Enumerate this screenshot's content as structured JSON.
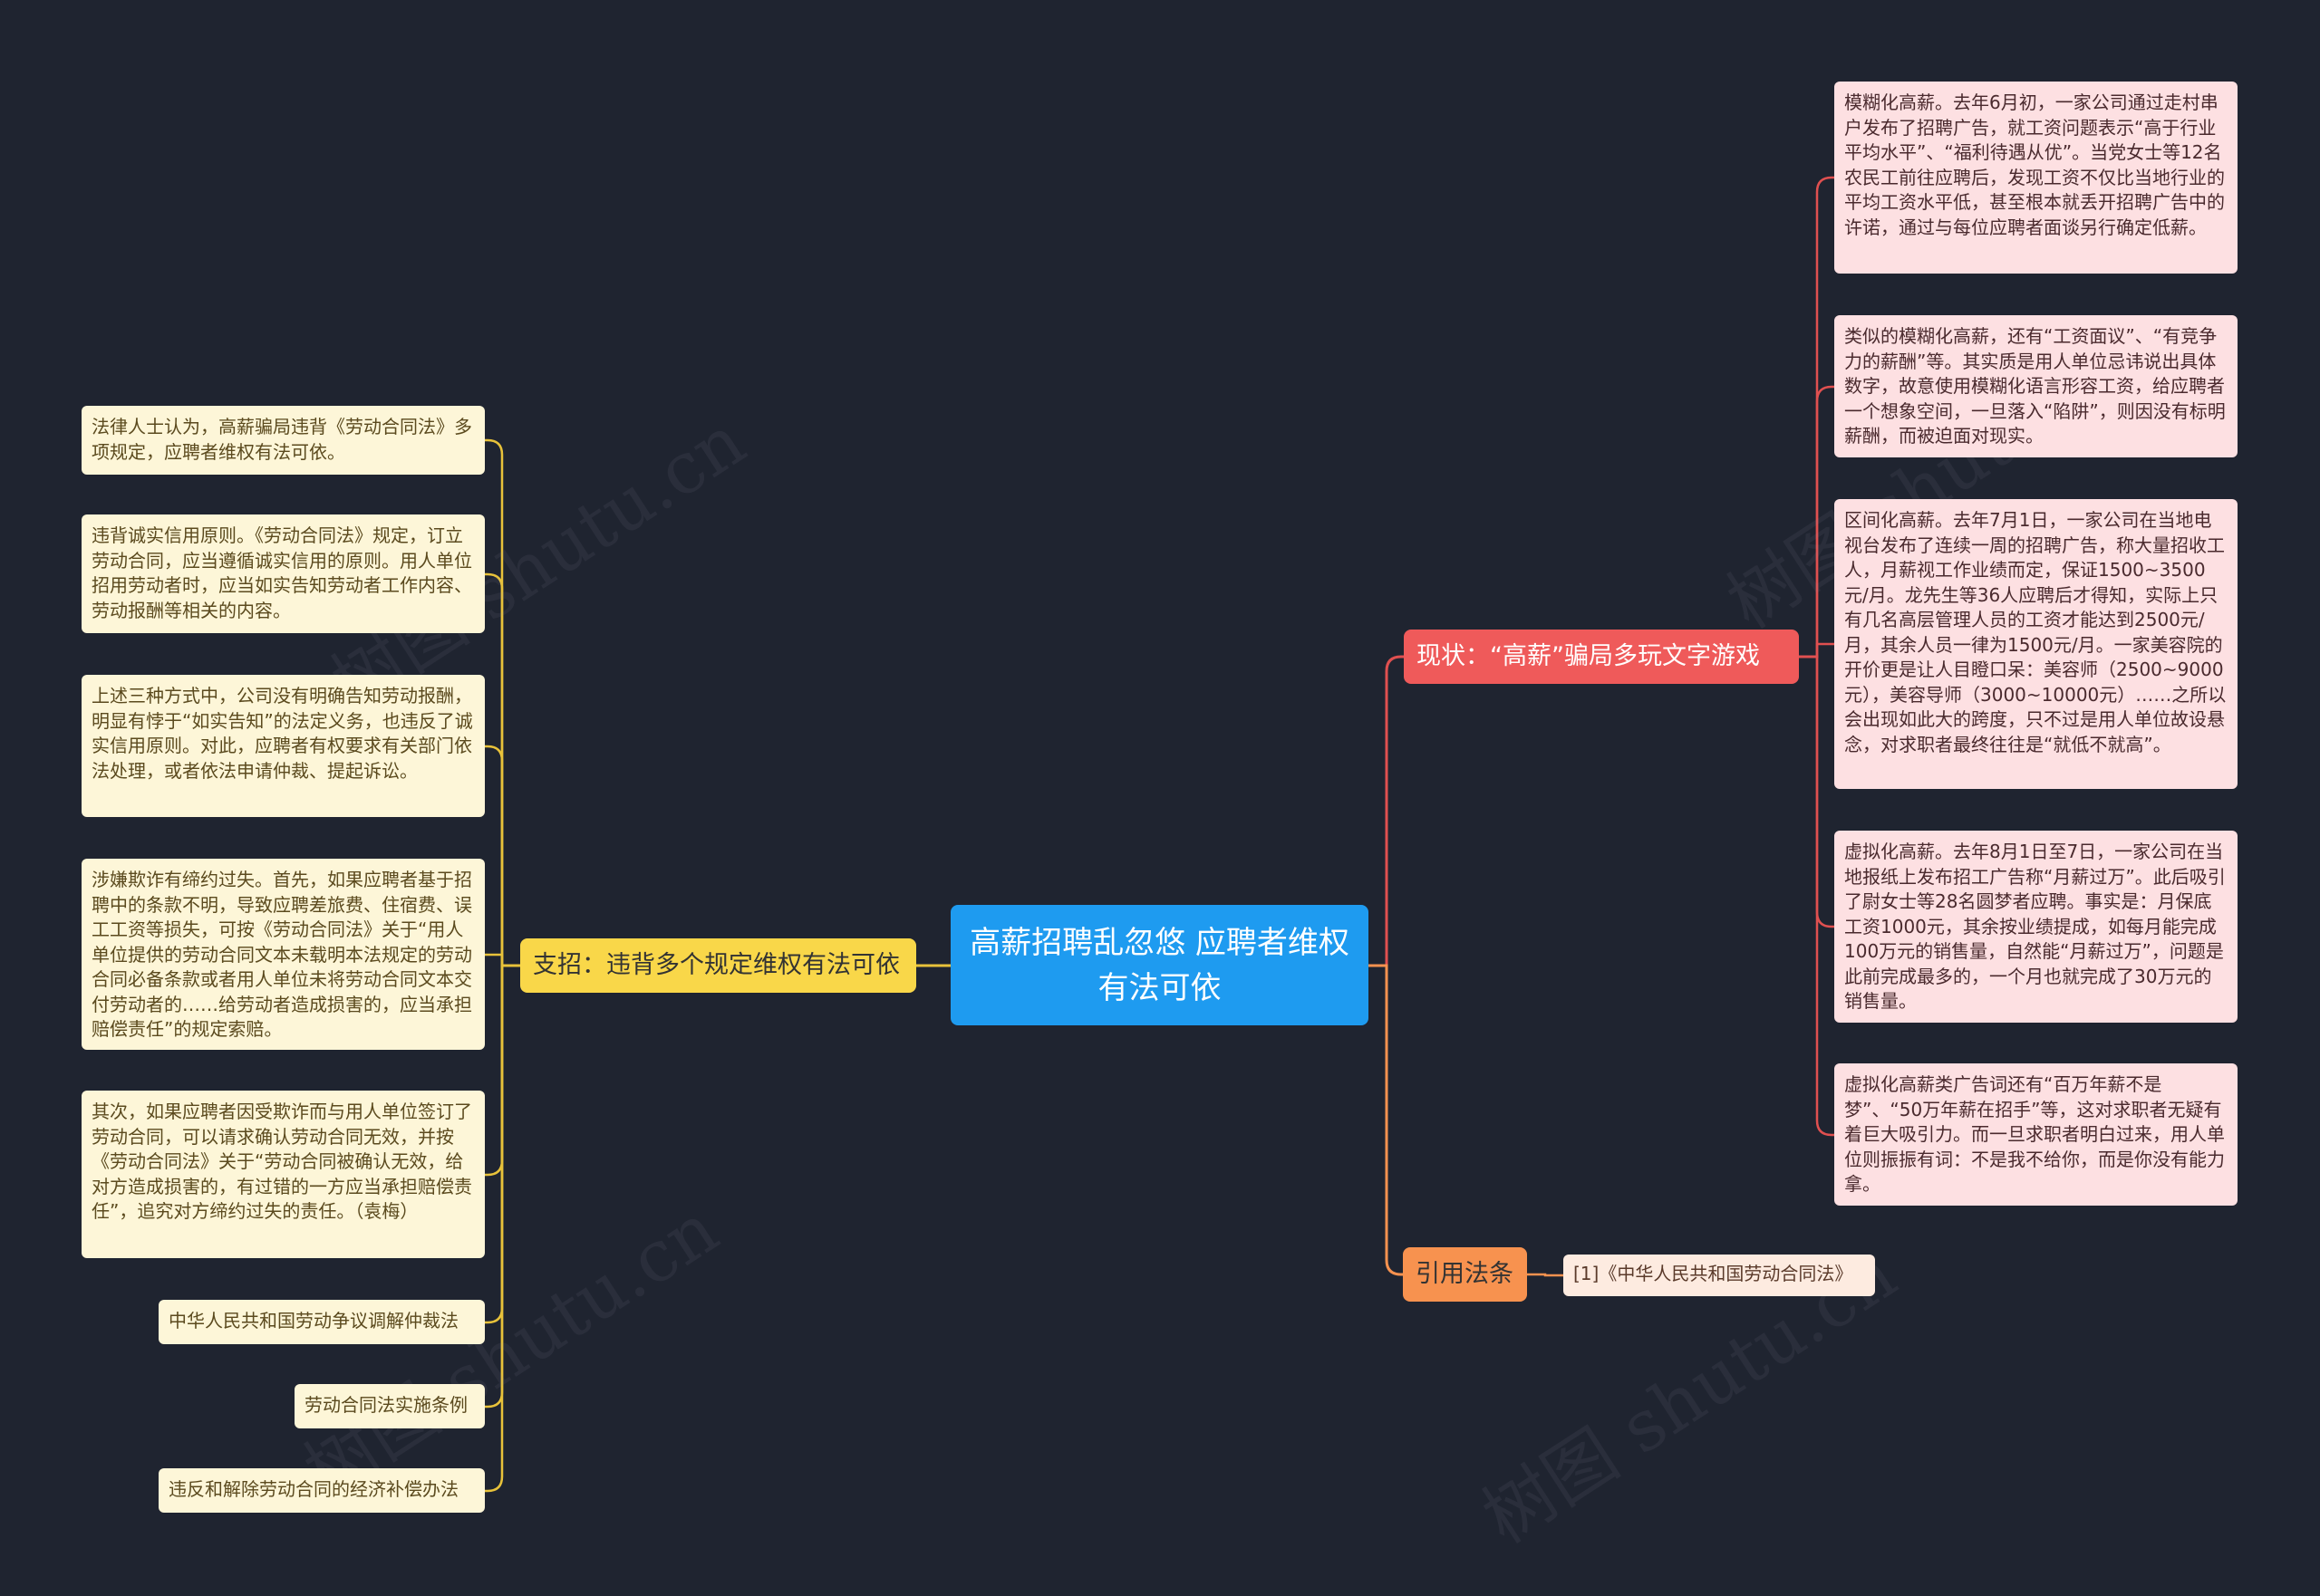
{
  "root": "高薪招聘乱忽悠 应聘者维权有法可依",
  "left_branch": {
    "label": "支招：违背多个规定维权有法可依",
    "items": [
      "法律人士认为，高薪骗局违背《劳动合同法》多项规定，应聘者维权有法可依。",
      "违背诚实信用原则。《劳动合同法》规定，订立劳动合同，应当遵循诚实信用的原则。用人单位招用劳动者时，应当如实告知劳动者工作内容、劳动报酬等相关的内容。",
      "上述三种方式中，公司没有明确告知劳动报酬，明显有悖于“如实告知”的法定义务，也违反了诚实信用原则。对此，应聘者有权要求有关部门依法处理，或者依法申请仲裁、提起诉讼。",
      "涉嫌欺诈有缔约过失。首先，如果应聘者基于招聘中的条款不明，导致应聘差旅费、住宿费、误工工资等损失，可按《劳动合同法》关于“用人单位提供的劳动合同文本未载明本法规定的劳动合同必备条款或者用人单位未将劳动合同文本交付劳动者的……给劳动者造成损害的，应当承担赔偿责任”的规定索赔。",
      "其次，如果应聘者因受欺诈而与用人单位签订了劳动合同，可以请求确认劳动合同无效，并按《劳动合同法》关于“劳动合同被确认无效，给对方造成损害的，有过错的一方应当承担赔偿责任”，追究对方缔约过失的责任。（袁梅）",
      "中华人民共和国劳动争议调解仲裁法",
      "劳动合同法实施条例",
      "违反和解除劳动合同的经济补偿办法"
    ]
  },
  "status_branch": {
    "label": "现状：“高薪”骗局多玩文字游戏",
    "items": [
      "模糊化高薪。去年6月初，一家公司通过走村串户发布了招聘广告，就工资问题表示“高于行业平均水平”、“福利待遇从优”。当党女士等12名农民工前往应聘后，发现工资不仅比当地行业的平均工资水平低，甚至根本就丢开招聘广告中的许诺，通过与每位应聘者面谈另行确定低薪。",
      "类似的模糊化高薪，还有“工资面议”、“有竞争力的薪酬”等。其实质是用人单位忌讳说出具体数字，故意使用模糊化语言形容工资，给应聘者一个想象空间，一旦落入“陷阱”，则因没有标明薪酬，而被迫面对现实。",
      "区间化高薪。去年7月1日，一家公司在当地电视台发布了连续一周的招聘广告，称大量招收工人，月薪视工作业绩而定，保证1500~3500元/月。龙先生等36人应聘后才得知，实际上只有几名高层管理人员的工资才能达到2500元/月，其余人员一律为1500元/月。一家美容院的开价更是让人目瞪口呆：美容师（2500~9000元），美容导师（3000~10000元）……之所以会出现如此大的跨度，只不过是用人单位故设悬念，对求职者最终往往是“就低不就高”。",
      "虚拟化高薪。去年8月1日至7日，一家公司在当地报纸上发布招工广告称“月薪过万”。此后吸引了尉女士等28名圆梦者应聘。事实是：月保底工资1000元，其余按业绩提成，如每月能完成100万元的销售量，自然能“月薪过万”，问题是此前完成最多的，一个月也就完成了30万元的销售量。",
      "虚拟化高薪类广告词还有“百万年薪不是梦”、“50万年薪在招手”等，这对求职者无疑有着巨大吸引力。而一旦求职者明白过来，用人单位则振振有词：不是我不给你，而是你没有能力拿。"
    ]
  },
  "law_branch": {
    "label": "引用法条",
    "items": [
      "[1]《中华人民共和国劳动合同法》"
    ]
  },
  "colors": {
    "background": "#1f2430",
    "root": "#1e9bf0",
    "left_branch": "#f9d749",
    "left_line": "#e8c23a",
    "status_branch": "#ef5a5a",
    "status_line": "#e05050",
    "law_branch": "#f7924f",
    "law_line": "#f7924f",
    "left_leaf": "#fdf6d8",
    "right_leaf": "#fde0e2",
    "law_leaf": "#fdebe0"
  }
}
